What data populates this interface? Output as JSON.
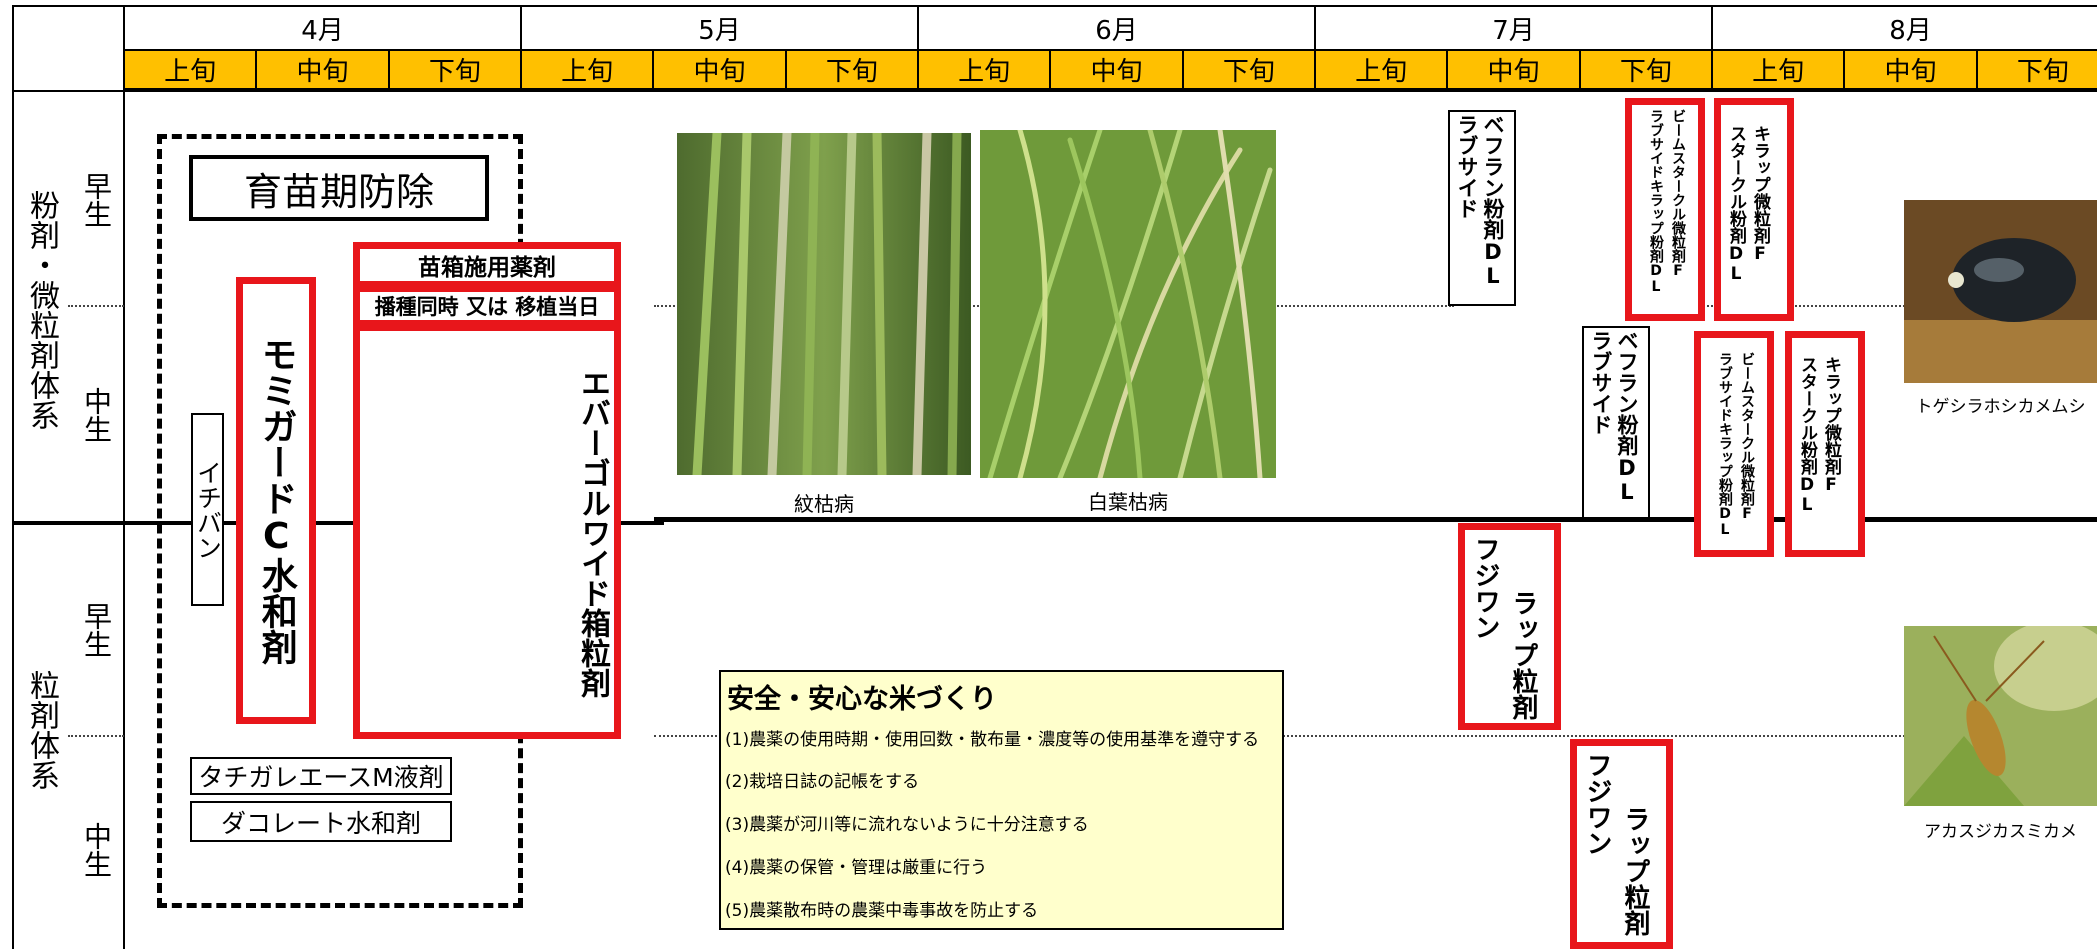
{
  "months": [
    "4月",
    "5月",
    "6月",
    "7月",
    "8月"
  ],
  "dekads": [
    "上旬",
    "中旬",
    "下旬",
    "上旬",
    "中旬",
    "下旬",
    "上旬",
    "中旬",
    "下旬",
    "上旬",
    "中旬",
    "下旬",
    "上旬",
    "中旬",
    "下旬"
  ],
  "systems": [
    {
      "label": "粉剤・微粒剤体系",
      "sub": [
        "早生",
        "中生"
      ]
    },
    {
      "label": "粒剤体系",
      "sub": [
        "早生",
        "中生"
      ]
    }
  ],
  "seedling": {
    "title": "育苗期防除",
    "ichiban": "イチバン",
    "momigard": "モミガードC水和剤",
    "box_header": "苗箱施用薬剤",
    "box_timing": "播種同時 又は 移植当日",
    "evergol": "エバーゴルワイド箱粒剤",
    "tachigare": "タチガレエースM液剤",
    "dacolate": "ダコレート水和剤"
  },
  "photos": {
    "sheath_blight": "紋枯病",
    "leaf_blight": "白葉枯病",
    "stink_bug": "トゲシラホシカメムシ",
    "plant_bug": "アカスジカスミカメ"
  },
  "safety": {
    "title": "安全・安心な米づくり",
    "rules": [
      "(1)農薬の使用時期・使用回数・散布量・濃度等の使用基準を遵守する",
      "(2)栽培日誌の記帳をする",
      "(3)農薬が河川等に流れないように十分注意する",
      "(4)農薬の保管・管理は厳重に行う",
      "(5)農薬散布時の農薬中毒事故を防止する"
    ]
  },
  "sprays": {
    "befran_early_1": "ベフラン粉剤DL",
    "befran_early_2": "ラブサイド",
    "beam_early_1": "ビームスタークル微粒剤F",
    "beam_early_2": "ラブサイドキラップ粉剤DL",
    "kirap_early_1": "キラップ微粒剤F",
    "kirap_early_2": "スタークル粉剤DL",
    "befran_mid_1": "ベフラン粉剤DL",
    "befran_mid_2": "ラブサイド",
    "beam_mid_1": "ビームスタークル微粒剤F",
    "beam_mid_2": "ラブサイドキラップ粉剤DL",
    "kirap_mid_1": "キラップ微粒剤F",
    "kirap_mid_2": "スタークル粉剤DL",
    "fujiwan_early_1": "フジワン",
    "fujiwan_early_2": "ラップ粒剤",
    "fujiwan_mid_1": "フジワン",
    "fujiwan_mid_2": "ラップ粒剤"
  },
  "colors": {
    "dekad_band": "#ffc000",
    "red_box": "#e8161b",
    "safety_bg": "#ffffcc"
  }
}
